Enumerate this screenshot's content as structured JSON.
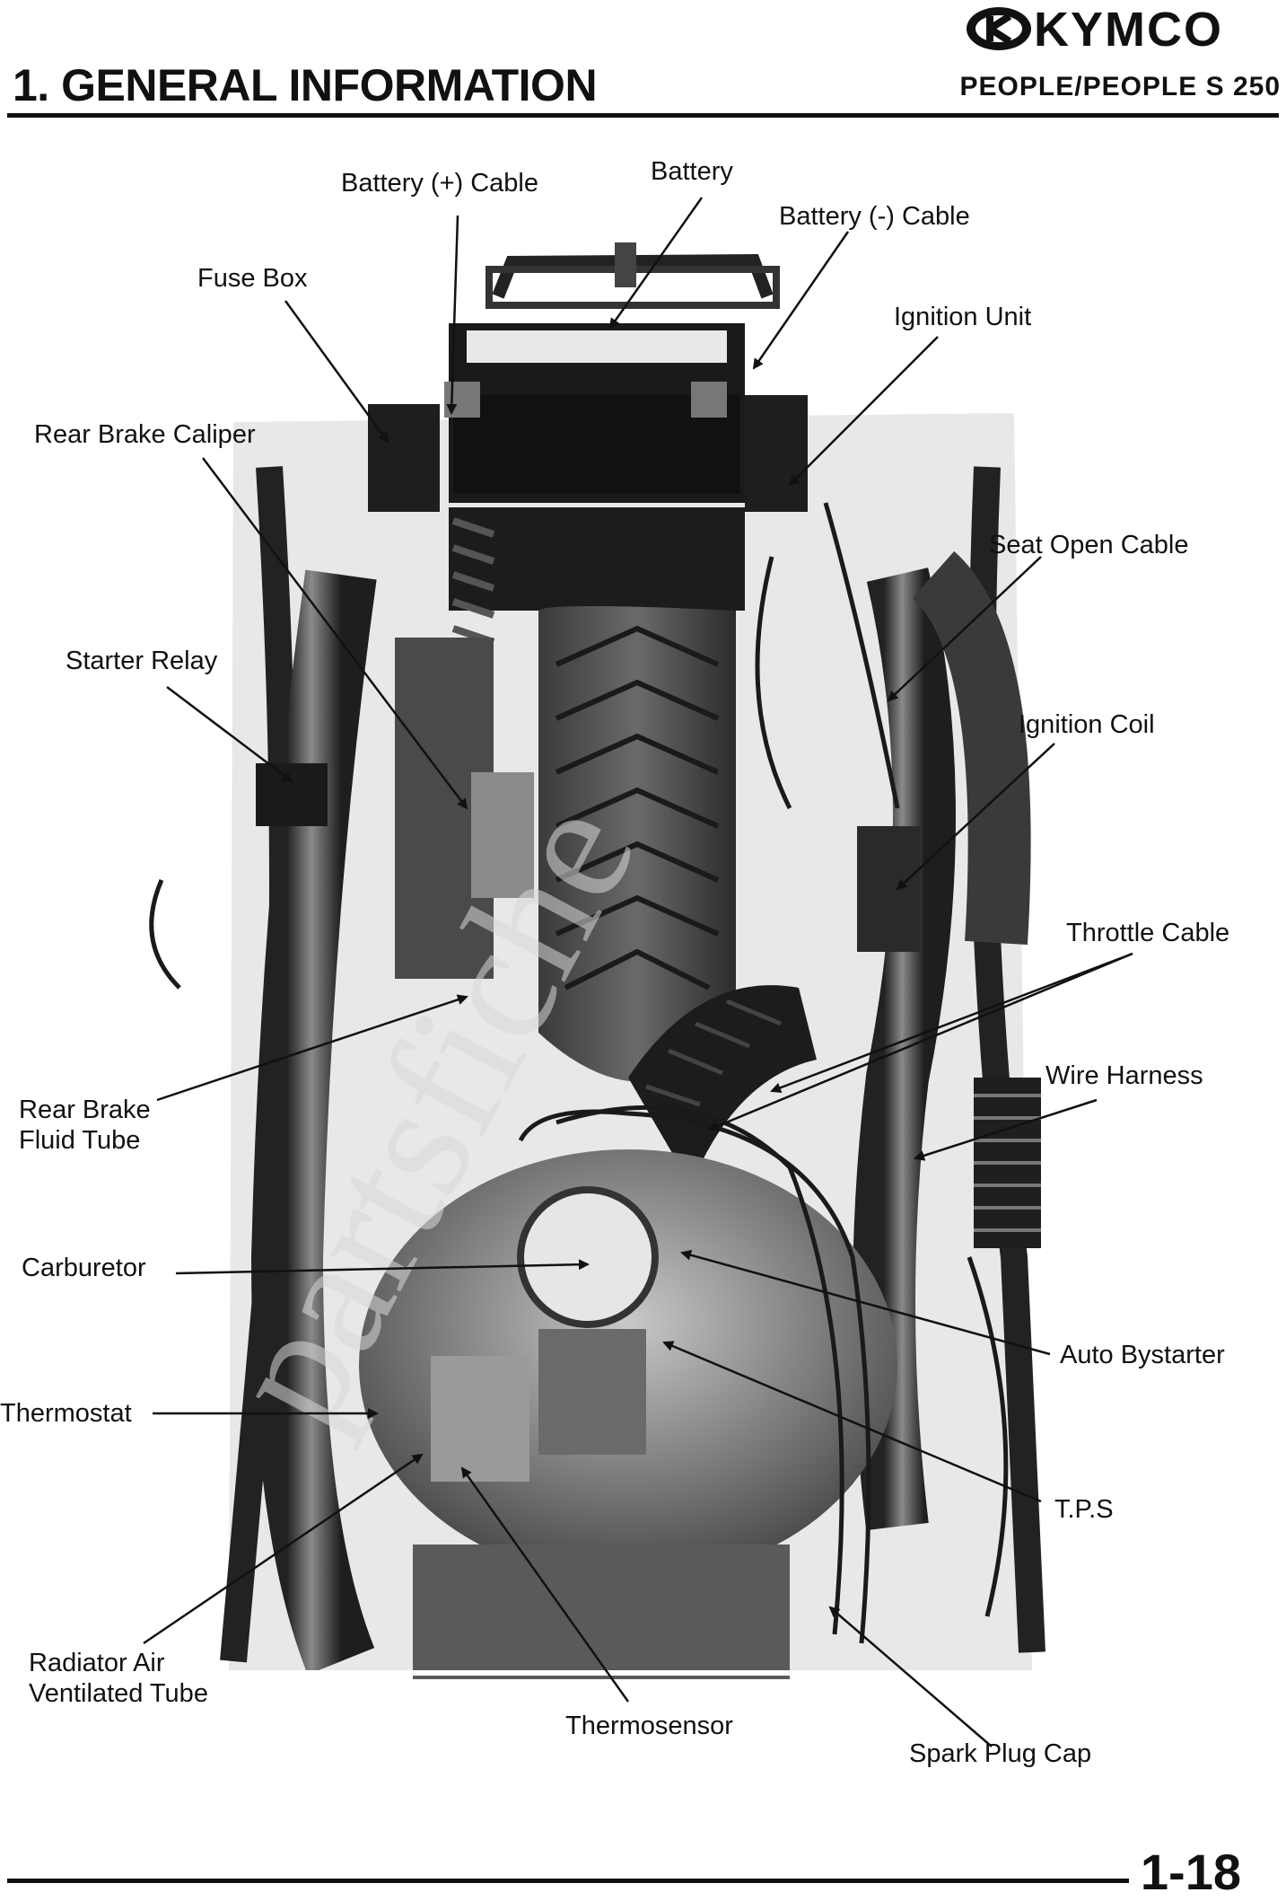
{
  "header": {
    "title": "1. GENERAL INFORMATION",
    "model": "PEOPLE/PEOPLE S 250",
    "brand": "KYMCO"
  },
  "callouts": {
    "battery_plus_cable": "Battery (+) Cable",
    "battery": "Battery",
    "battery_minus_cable": "Battery (-) Cable",
    "fuse_box": "Fuse Box",
    "ignition_unit": "Ignition Unit",
    "rear_brake_caliper": "Rear Brake Caliper",
    "seat_open_cable": "Seat Open Cable",
    "starter_relay": "Starter Relay",
    "ignition_coil": "Ignition Coil",
    "throttle_cable": "Throttle Cable",
    "wire_harness": "Wire Harness",
    "rear_brake_fluid_tube_1": "Rear Brake",
    "rear_brake_fluid_tube_2": "Fluid Tube",
    "carburetor": "Carburetor",
    "auto_bystarter": "Auto Bystarter",
    "thermostat": "Thermostat",
    "tps": "T.P.S",
    "radiator_air_tube_1": "Radiator Air",
    "radiator_air_tube_2": "Ventilated Tube",
    "thermosensor": "Thermosensor",
    "spark_plug_cap": "Spark Plug Cap"
  },
  "page_number": "1-18",
  "colors": {
    "ink": "#111111",
    "paper": "#ffffff"
  }
}
